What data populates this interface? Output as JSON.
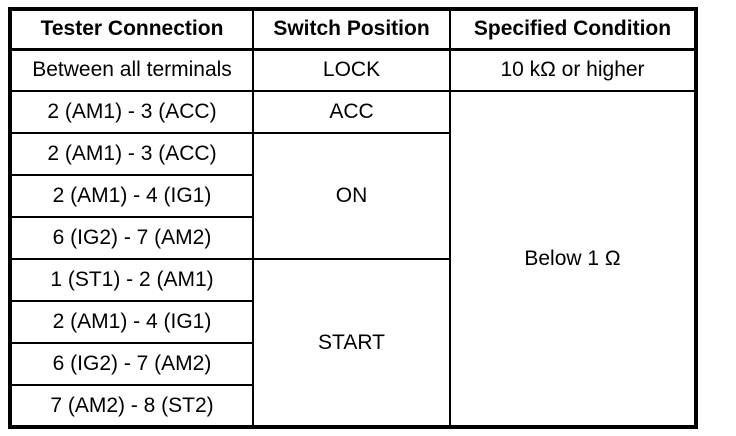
{
  "table": {
    "headers": [
      "Tester Connection",
      "Switch Position",
      "Specified Condition"
    ],
    "connections": [
      "Between all terminals",
      "2 (AM1) - 3 (ACC)",
      "2 (AM1) - 3 (ACC)",
      "2 (AM1) - 4 (IG1)",
      "6 (IG2) - 7 (AM2)",
      "1 (ST1) - 2 (AM1)",
      "2 (AM1) - 4 (IG1)",
      "6 (IG2) - 7 (AM2)",
      "7 (AM2) - 8 (ST2)"
    ],
    "positions": [
      {
        "label": "LOCK",
        "span": 1
      },
      {
        "label": "ACC",
        "span": 1
      },
      {
        "label": "ON",
        "span": 3
      },
      {
        "label": "START",
        "span": 4
      }
    ],
    "conditions": [
      {
        "label": "10 kΩ or higher",
        "span": 1
      },
      {
        "label": "Below 1 Ω",
        "span": 8
      }
    ],
    "colors": {
      "border": "#000000",
      "background": "#ffffff",
      "text": "#000000"
    }
  }
}
